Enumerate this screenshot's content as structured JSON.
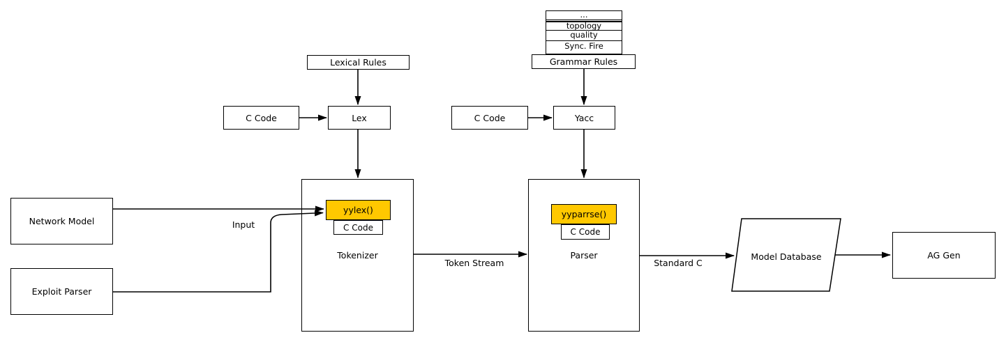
{
  "stack": {
    "rows": [
      "...",
      "topology",
      "quality",
      "Sync. Fire"
    ]
  },
  "nodes": {
    "grammar_rules": "Grammar Rules",
    "lexical_rules": "Lexical Rules",
    "c_code_lex": "C Code",
    "lex": "Lex",
    "c_code_yacc": "C Code",
    "yacc": "Yacc",
    "network_model": "Network Model",
    "exploit_parser": "Exploit Parser",
    "tokenizer": "Tokenizer",
    "yylex": "yylex()",
    "tokenizer_c_code": "C Code",
    "parser": "Parser",
    "yyparse": "yyparrse()",
    "parser_c_code": "C Code",
    "model_database": "Model Database",
    "ag_gen": "AG Gen"
  },
  "edge_labels": {
    "input": "Input",
    "token_stream": "Token Stream",
    "standard_c": "Standard C"
  },
  "colors": {
    "highlight_fill": "#FFC800",
    "line": "#000000",
    "background": "#FFFFFF"
  }
}
